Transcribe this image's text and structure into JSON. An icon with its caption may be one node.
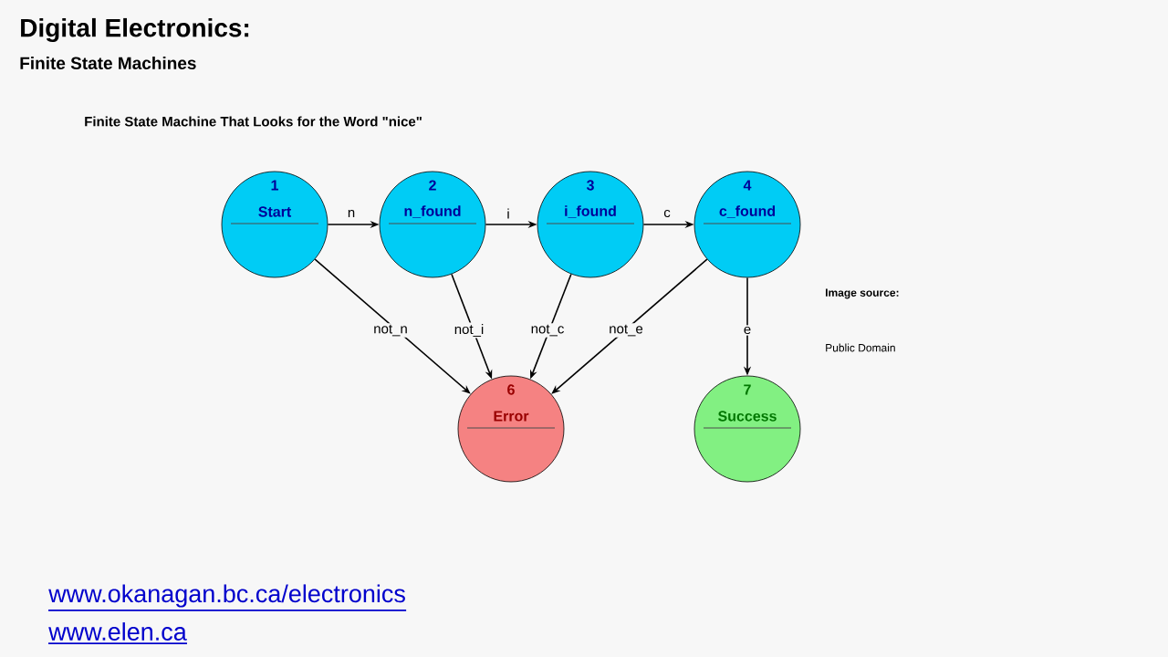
{
  "diagram": {
    "title": "Digital Electronics:",
    "nodes": [
      {
        "text": [
          "1",
          "Start"
        ]
      },
      {
        "text": [
          "2",
          "n_found"
        ]
      },
      {
        "text": [
          "3",
          "i_found"
        ]
      },
      {
        "text": [
          "4",
          "c_found"
        ]
      },
      {
        "text": [
          "6",
          "Error"
        ]
      },
      {
        "text": [
          "7",
          "Success"
        ]
      }
    ],
    "edges": [
      {
        "from": 0,
        "to": 1,
        "arrow": "to",
        "label": "n"
      },
      {
        "from": 1,
        "to": 2,
        "arrow": "to",
        "label": "i"
      },
      {
        "from": 2,
        "to": 3,
        "arrow": "to",
        "label": "c"
      },
      {
        "from": 0,
        "to": 4,
        "arrow": "to",
        "label": "not_n"
      },
      {
        "from": 1,
        "to": 4,
        "arrow": "to",
        "label": "not_i"
      },
      {
        "from": 2,
        "to": 4,
        "arrow": "to",
        "label": "not_c"
      },
      {
        "from": 3,
        "to": 4,
        "arrow": "to",
        "label": "not_e"
      },
      {
        "from": 3,
        "to": 5,
        "arrow": "to",
        "label": "e"
      }
    ],
    "labels": [
      "Finite State Machines",
      "Finite State Machine That Looks for the Word \"nice\"",
      "Image source:",
      "Public Domain",
      "www.okanagan.bc.ca/electronics",
      "www.elen.ca"
    ]
  }
}
